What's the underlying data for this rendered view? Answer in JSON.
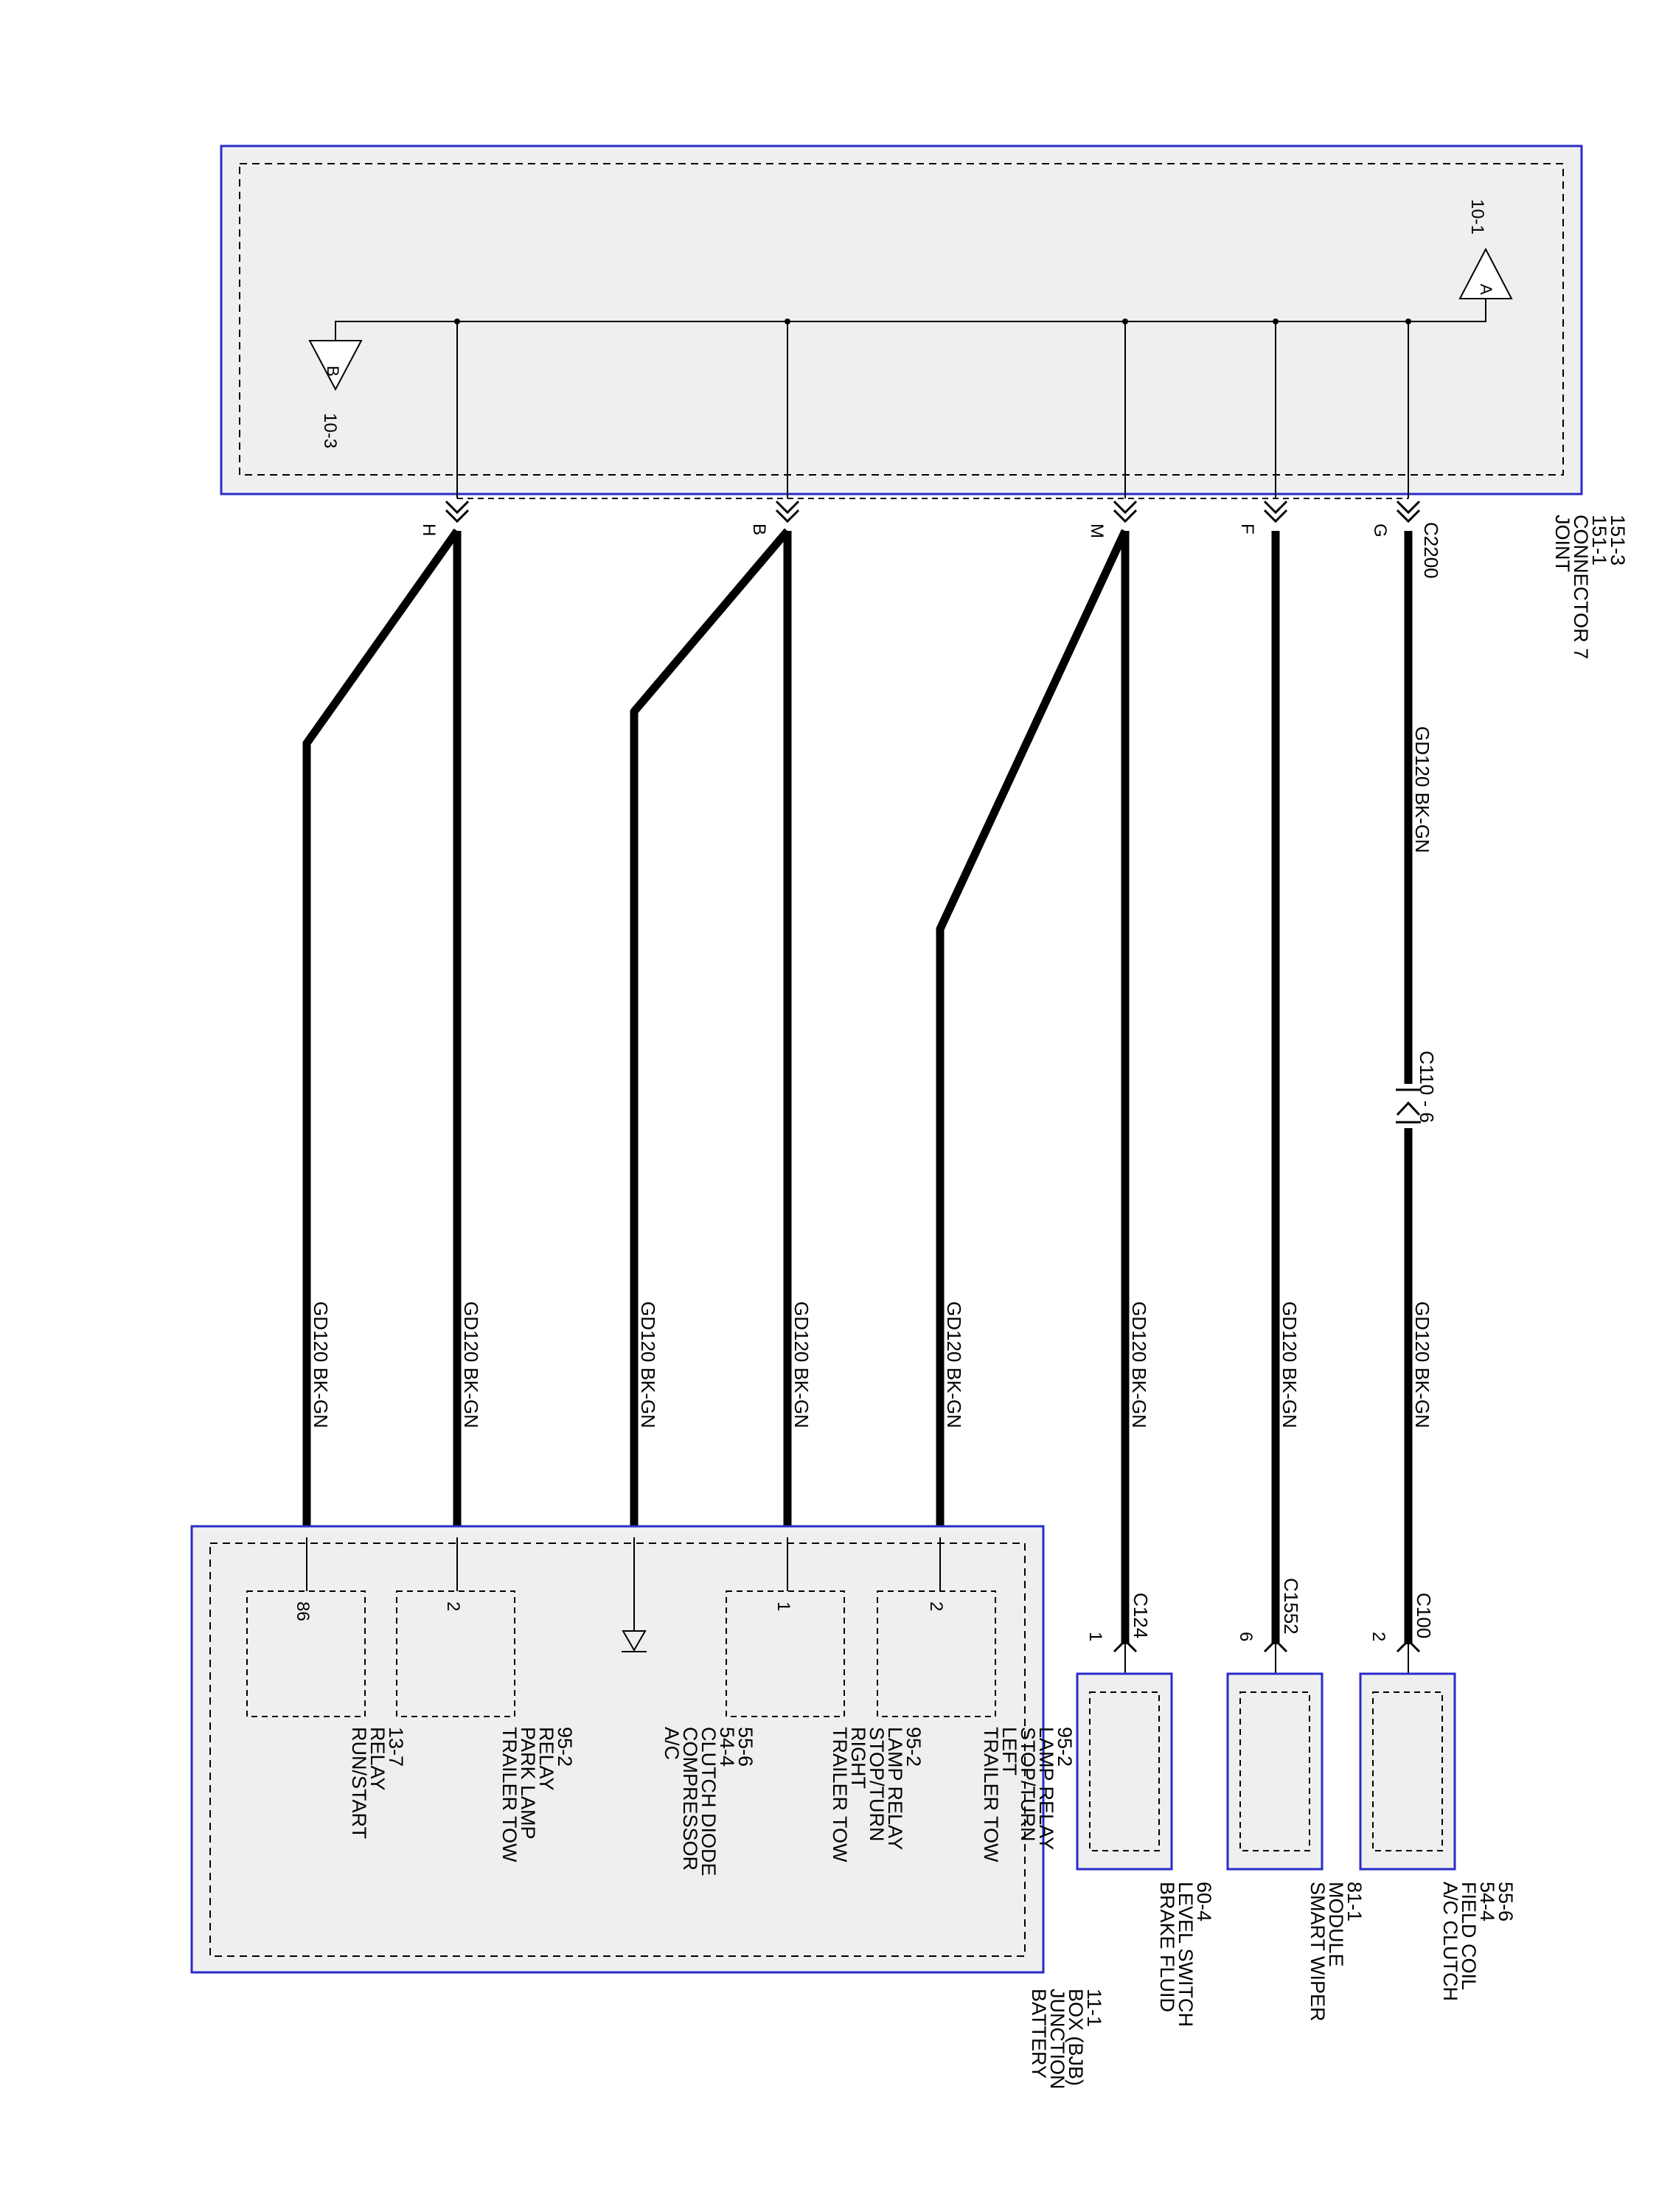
{
  "colors": {
    "module_border": "#2b2bcc",
    "module_fill": "#efefef",
    "wire": "#000000"
  },
  "joint_connector": {
    "lines": [
      "JOINT",
      "CONNECTOR 7",
      "151-1",
      "151-3"
    ],
    "flag_a": {
      "letter": "A",
      "ref": "10-1"
    },
    "flag_b": {
      "letter": "B",
      "ref": "10-3"
    },
    "connector": "C2200"
  },
  "inline_connector": "C110 - 6",
  "wires": [
    {
      "pin": "G",
      "label": "GD120  BK-GN"
    },
    {
      "pin": "F",
      "label": "GD120  BK-GN"
    },
    {
      "pin": "M",
      "label": "GD120  BK-GN"
    },
    {
      "pin": "B",
      "label": "GD120  BK-GN"
    },
    {
      "pin": "H",
      "label": "GD120  BK-GN"
    }
  ],
  "g_upper_label": "GD120  BK-GN",
  "upper_right": [
    {
      "connector": "C100",
      "pin": "2",
      "lines": [
        "A/C CLUTCH",
        "FIELD COIL",
        "54-4",
        "55-6"
      ],
      "wire_label": "GD120  BK-GN"
    },
    {
      "connector": "C1552",
      "pin": "6",
      "lines": [
        "SMART WIPER",
        "MODULE",
        "81-1"
      ],
      "wire_label": "GD120  BK-GN"
    },
    {
      "connector": "C124",
      "pin": "1",
      "lines": [
        "BRAKE FLUID",
        "LEVEL SWITCH",
        "60-4"
      ],
      "wire_label": "GD120  BK-GN"
    }
  ],
  "bjb": {
    "lines": [
      "BATTERY",
      "JUNCTION",
      "BOX (BJB)",
      "11-1"
    ],
    "items": [
      {
        "pin": "2",
        "lines": [
          "TRAILER TOW",
          "LEFT",
          "STOP/TURN",
          "LAMP RELAY",
          "95-2"
        ],
        "wire_label": "GD120  BK-GN"
      },
      {
        "pin": "1",
        "lines": [
          "TRAILER TOW",
          "RIGHT",
          "STOP/TURN",
          "LAMP RELAY",
          "95-2"
        ],
        "wire_label": "GD120  BK-GN"
      },
      {
        "pin": "",
        "lines": [
          "A/C",
          "COMPRESSOR",
          "CLUTCH DIODE",
          "54-4",
          "55-6"
        ],
        "wire_label": "GD120  BK-GN"
      },
      {
        "pin": "2",
        "lines": [
          "TRAILER TOW",
          "PARK LAMP",
          "RELAY",
          "95-2"
        ],
        "wire_label": "GD120  BK-GN"
      },
      {
        "pin": "86",
        "lines": [
          "RUN/START",
          "RELAY",
          "13-7"
        ],
        "wire_label": "GD120  BK-GN"
      }
    ]
  }
}
